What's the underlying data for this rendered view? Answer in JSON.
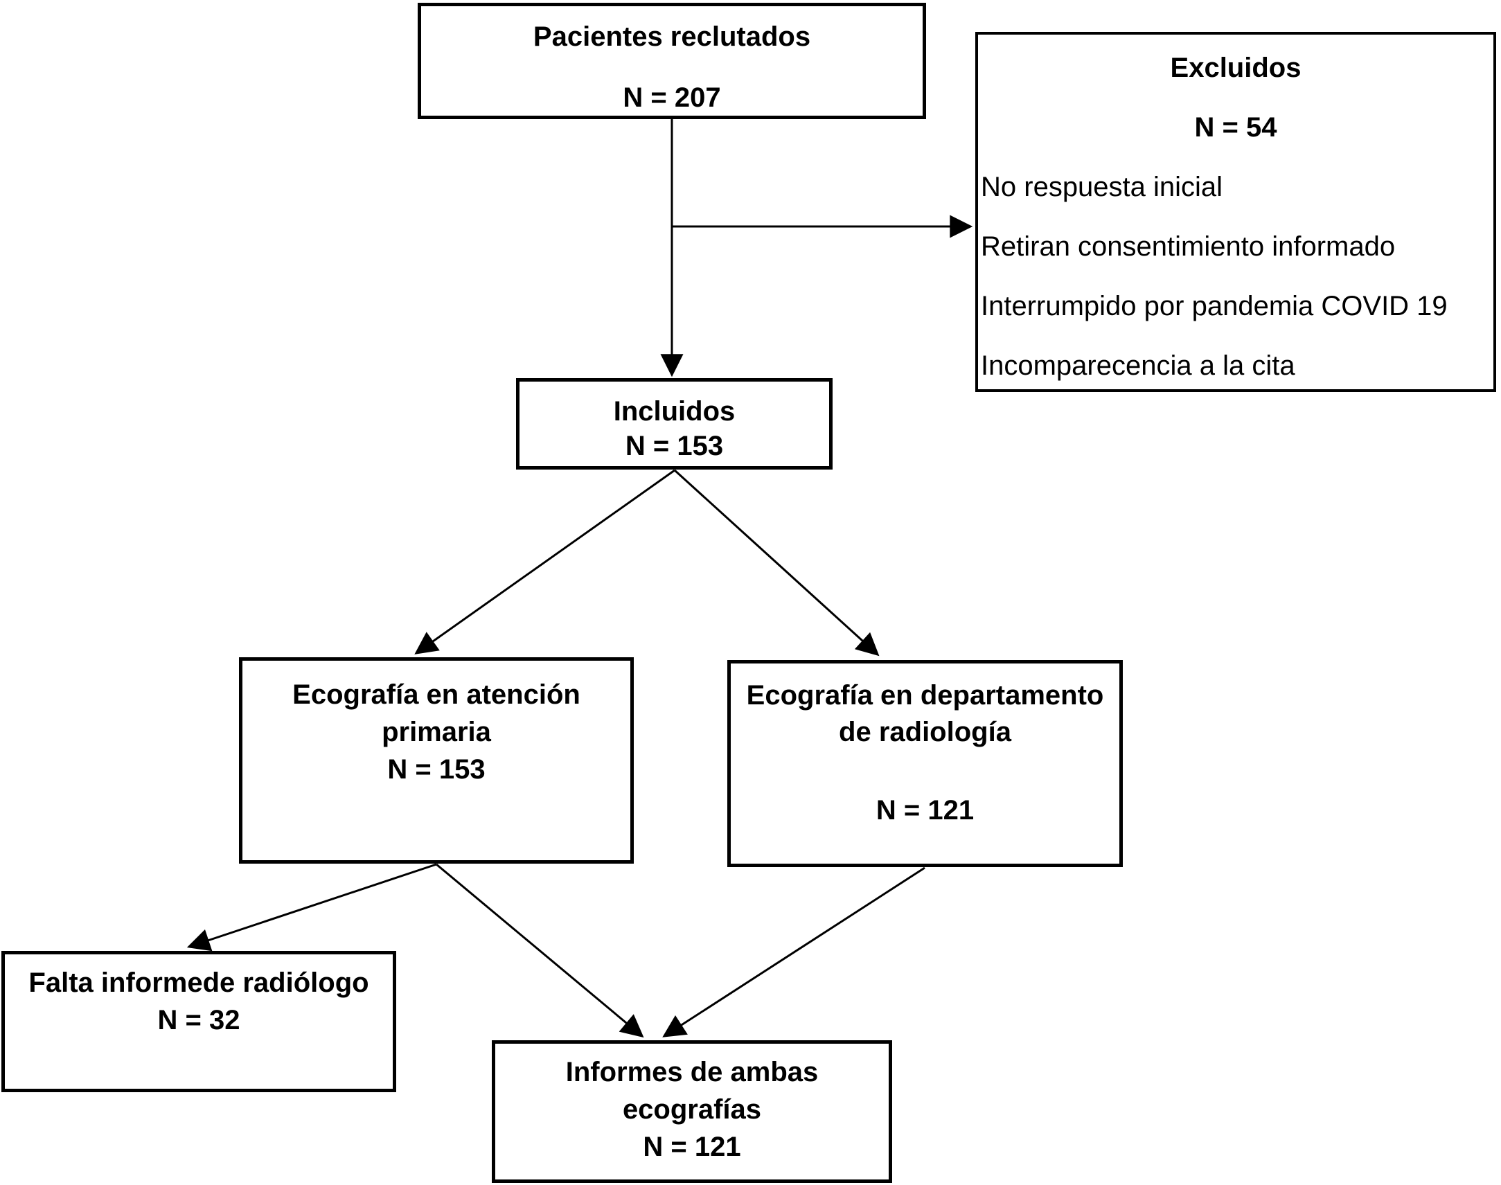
{
  "flowchart": {
    "recruited": {
      "lines": [
        "Pacientes reclutados"
      ],
      "n": "N = 207"
    },
    "excluded": {
      "title": "Excluidos",
      "n": "N = 54",
      "reasons": [
        "No respuesta inicial",
        "Retiran consentimiento informado",
        "Interrumpido por pandemia COVID 19",
        "Incomparecencia a la cita"
      ]
    },
    "included": {
      "lines": [
        "Incluidos"
      ],
      "n": "N = 153"
    },
    "primary_care": {
      "lines": [
        "Ecografía en atención",
        "primaria"
      ],
      "n": "N = 153"
    },
    "radiology": {
      "lines": [
        "Ecografía en departamento",
        "de radiología"
      ],
      "n": "N = 121"
    },
    "missing_report": {
      "lines": [
        "Falta informede radiólogo"
      ],
      "n": "N = 32"
    },
    "both_reports": {
      "lines": [
        "Informes de ambas",
        "ecografías"
      ],
      "n": "N = 121"
    },
    "arrows": [
      {
        "from": "recruited",
        "to": "included"
      },
      {
        "from": "recruited",
        "to": "excluded"
      },
      {
        "from": "included",
        "to": "primary_care"
      },
      {
        "from": "included",
        "to": "radiology"
      },
      {
        "from": "primary_care",
        "to": "missing_report"
      },
      {
        "from": "primary_care",
        "to": "both_reports"
      },
      {
        "from": "radiology",
        "to": "both_reports"
      }
    ],
    "colors": {
      "line": "#000000",
      "background": "#ffffff"
    }
  }
}
